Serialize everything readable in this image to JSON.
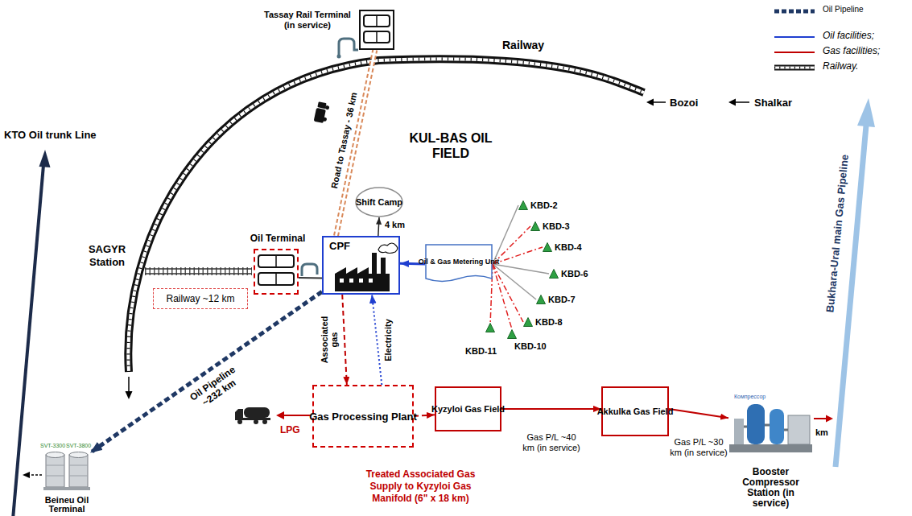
{
  "diagram": {
    "nodes": [
      {
        "text": [
          "Tassay Rail Terminal (in service)"
        ]
      },
      {
        "text": [
          "Shift Camp"
        ]
      },
      {
        "text": [
          "Oil Terminal"
        ]
      },
      {
        "text": [
          "CPF"
        ]
      },
      {
        "text": [
          "Oil & Gas Metering Unit"
        ]
      },
      {
        "text": [
          "KBD-2"
        ]
      },
      {
        "text": [
          "KBD-3"
        ]
      },
      {
        "text": [
          "KBD-4"
        ]
      },
      {
        "text": [
          "KBD-6"
        ]
      },
      {
        "text": [
          "KBD-7"
        ]
      },
      {
        "text": [
          "KBD-8"
        ]
      },
      {
        "text": [
          "KBD-10"
        ]
      },
      {
        "text": [
          "KBD-11"
        ]
      },
      {
        "text": [
          "Gas Processing Plant"
        ]
      },
      {
        "text": [
          "Kyzyloi Gas Field"
        ]
      },
      {
        "text": [
          "Akkulka Gas Field"
        ]
      },
      {
        "text": [
          "Компрессор",
          "Booster Compressor Station (in service)"
        ]
      },
      {
        "text": [
          "SVT-3300",
          "SVT-3800",
          "Beineu Oil Terminal"
        ]
      },
      {
        "text": [
          "Railway ~12 km"
        ]
      }
    ],
    "edges": [
      {
        "from": 3,
        "to": 2,
        "arrow": "none"
      },
      {
        "from": 4,
        "to": 3,
        "arrow": "to"
      },
      {
        "from": 4,
        "to": 5,
        "arrow": "none"
      },
      {
        "from": 4,
        "to": 6,
        "arrow": "none"
      },
      {
        "from": 4,
        "to": 7,
        "arrow": "none"
      },
      {
        "from": 4,
        "to": 8,
        "arrow": "none"
      },
      {
        "from": 4,
        "to": 9,
        "arrow": "none"
      },
      {
        "from": 4,
        "to": 10,
        "arrow": "none"
      },
      {
        "from": 4,
        "to": 11,
        "arrow": "none"
      },
      {
        "from": 4,
        "to": 12,
        "arrow": "none"
      },
      {
        "from": 3,
        "to": 1,
        "label": "4 km",
        "arrow": "to"
      },
      {
        "from": 3,
        "to": 0,
        "label": "Road to Tassay - 36 km",
        "arrow": "none"
      },
      {
        "from": 3,
        "to": 13,
        "label": "Associated gas",
        "arrow": "to"
      },
      {
        "from": 13,
        "to": 3,
        "label": "Electricity",
        "arrow": "to"
      },
      {
        "from": 3,
        "to": 17,
        "label": "Oil Pipeline ~232 km",
        "arrow": "to"
      },
      {
        "from": 13,
        "to": 14,
        "arrow": "to"
      },
      {
        "from": 14,
        "to": 15,
        "label": "Gas P/L ~40 km (in service)",
        "arrow": "to"
      },
      {
        "from": 15,
        "to": 16,
        "label": "Gas P/L ~30 km (in service)",
        "arrow": "to"
      }
    ],
    "labels": [
      "Railway",
      "Bozoi",
      "Shalkar",
      "KUL-BAS OIL FIELD",
      "KTO Oil trunk Line",
      "SAGYR Station",
      "LPG",
      "Treated Associated Gas Supply to Kyzyloi Gas Manifold (6\" x 18 km)",
      "km",
      "Bukhara-Ural main Gas Pipeline"
    ],
    "legend": [
      {
        "text": "Oil Pipeline"
      },
      {
        "text": "Oil facilities;"
      },
      {
        "text": "Gas facilities;"
      },
      {
        "text": "Railway."
      }
    ]
  }
}
